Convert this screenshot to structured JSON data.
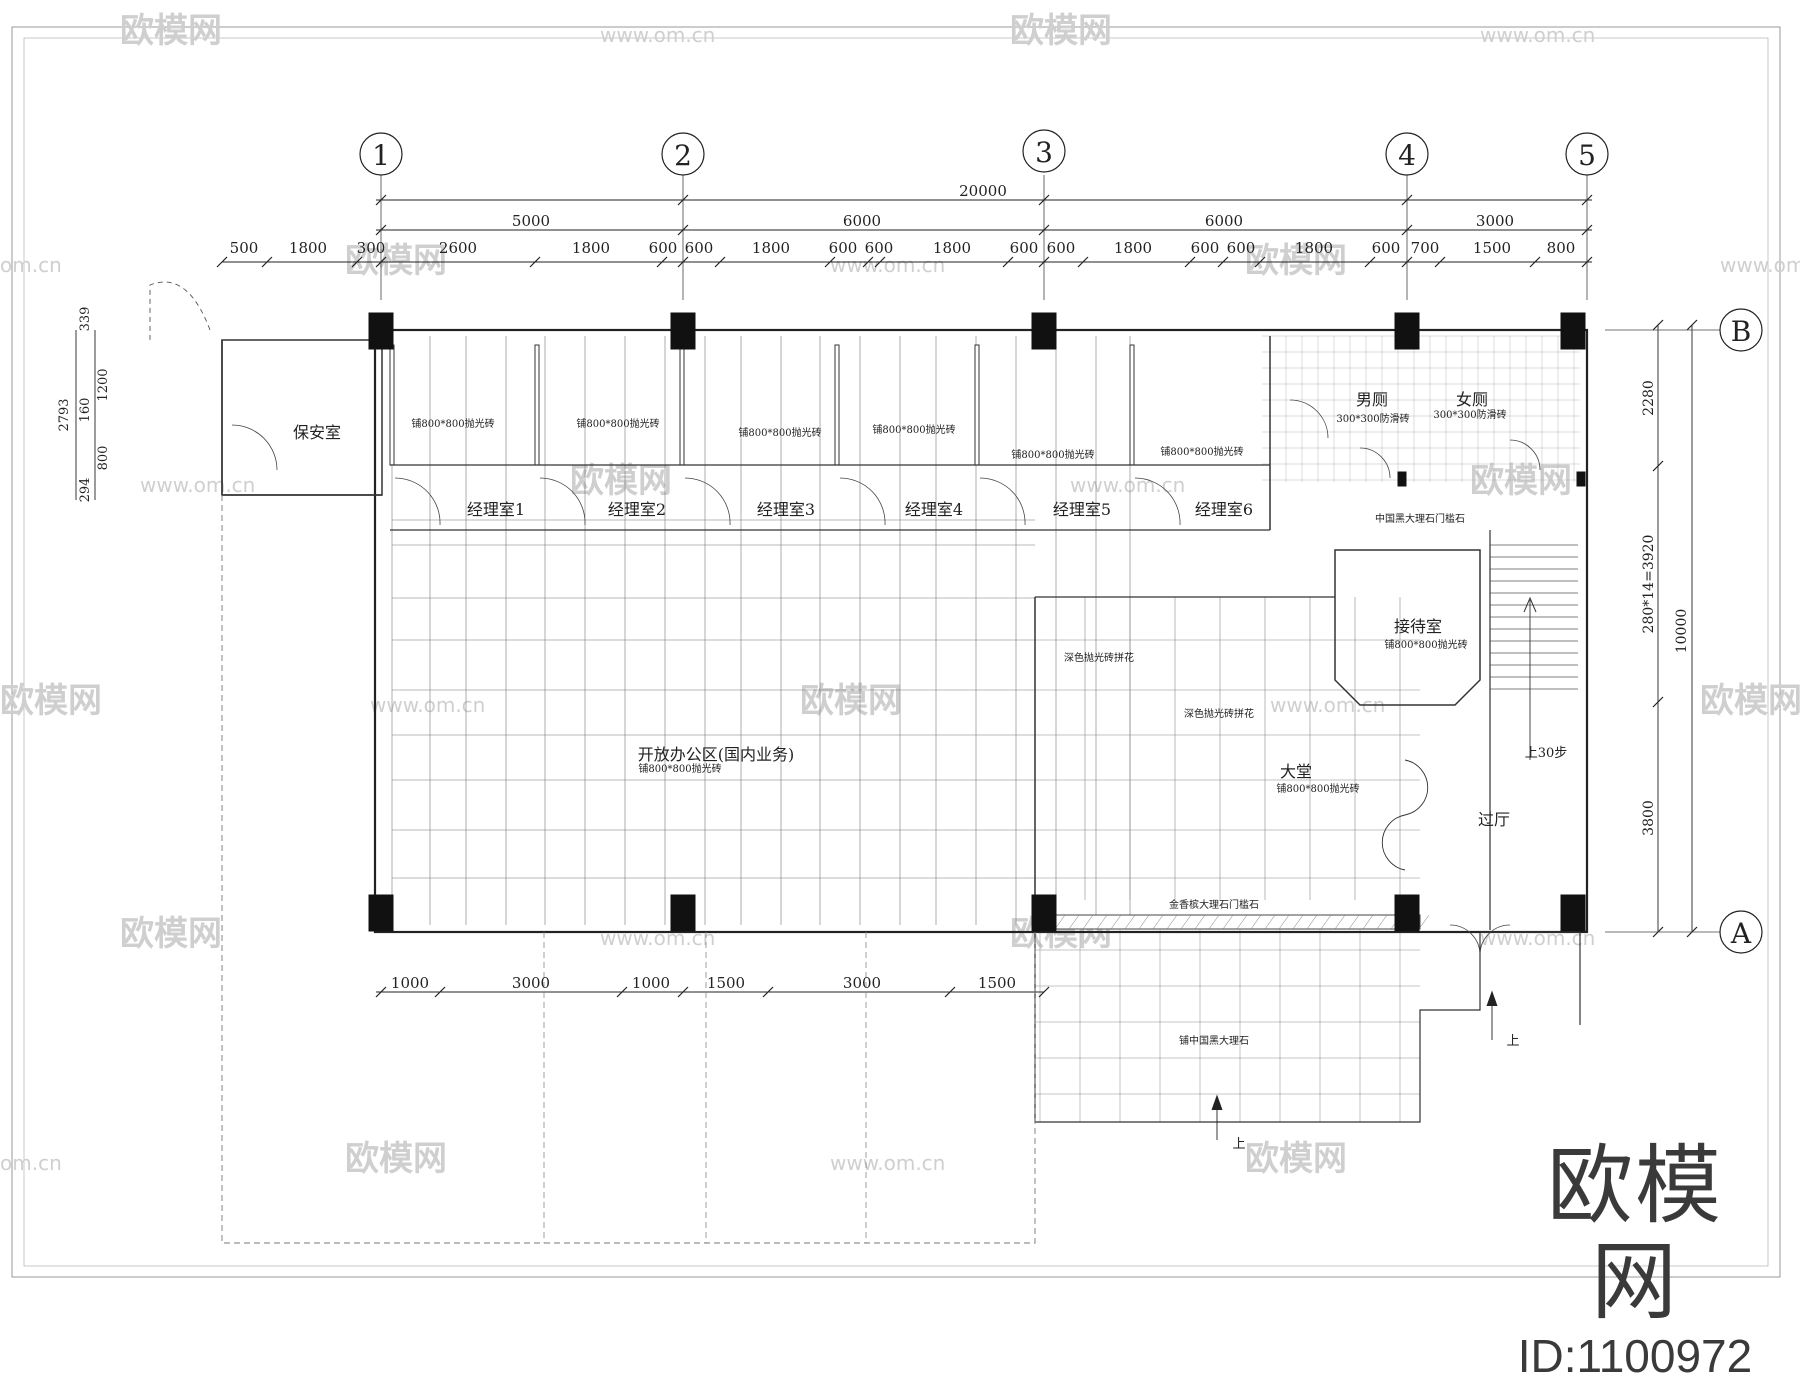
{
  "axes": {
    "vertical": [
      "1",
      "2",
      "3",
      "4",
      "5"
    ],
    "horizontal": [
      "B",
      "A"
    ]
  },
  "dims": {
    "overall": "20000",
    "spans": [
      "5000",
      "6000",
      "6000",
      "3000"
    ],
    "detail": [
      "500",
      "1800",
      "300",
      "2600",
      "1800",
      "600",
      "600",
      "1800",
      "600",
      "600",
      "1800",
      "600",
      "600",
      "1800",
      "600",
      "600",
      "1800",
      "600",
      "700",
      "1500",
      "800"
    ],
    "bottom": [
      "1000",
      "3000",
      "1000",
      "1500",
      "3000",
      "1500"
    ],
    "right": [
      "2280",
      "280*14=3920",
      "3800"
    ],
    "right_total": "10000",
    "left": [
      "339",
      "1200",
      "800",
      "160",
      "294",
      "2793"
    ]
  },
  "rooms": {
    "security": "保安室",
    "managers": [
      "经理室1",
      "经理室2",
      "经理室3",
      "经理室4",
      "经理室5",
      "经理室6"
    ],
    "open_office": "开放办公区(国内业务)",
    "lobby": "大堂",
    "reception": "接待室",
    "hall": "过厅",
    "men_toilet": "男厕",
    "women_toilet": "女厕"
  },
  "notes": {
    "tile_800": "铺800*800抛光砖",
    "tile_300": "300*300防滑砖",
    "black_marble_sill": "中国黑大理石门槛石",
    "dark_tile_pattern": "深色抛光砖拼花",
    "gold_marble_sill": "金香槟大理石门槛石",
    "black_marble_paving": "铺中国黑大理石",
    "up_30": "上30步",
    "up": "上"
  },
  "watermark": {
    "logo": "欧模网",
    "url": "www.om.cn",
    "url_short": "om.cn"
  },
  "brand": {
    "logo": "欧模网",
    "id": "ID:1100972"
  }
}
